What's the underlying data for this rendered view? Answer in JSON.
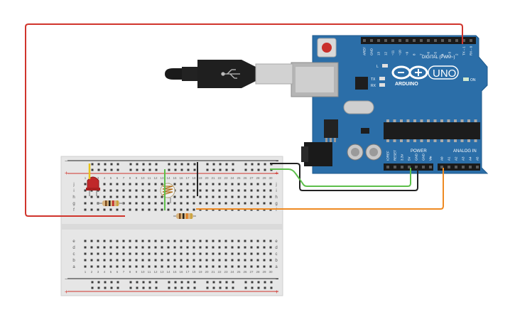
{
  "board": {
    "brand": "ARDUINO",
    "model": "UNO",
    "digital_header": "DIGITAL (PWM~)",
    "power_header": "POWER",
    "analog_header": "ANALOG IN",
    "on_label": "ON",
    "l_label": "L",
    "tx_label": "TX",
    "rx_label": "RX",
    "digital_pins": [
      "AREF",
      "GND",
      "13",
      "12",
      "~11",
      "~10",
      "~9",
      "8",
      "7",
      "~6",
      "~5",
      "4",
      "~3",
      "2",
      "TX→1",
      "RX←0"
    ],
    "power_pins": [
      "IOREF",
      "RESET",
      "3.3V",
      "5V",
      "GND",
      "GND",
      "Vin"
    ],
    "analog_pins": [
      "A0",
      "A1",
      "A2",
      "A3",
      "A4",
      "A5"
    ]
  },
  "breadboard": {
    "columns": [
      "1",
      "2",
      "3",
      "4",
      "5",
      "6",
      "7",
      "8",
      "9",
      "10",
      "11",
      "12",
      "13",
      "14",
      "15",
      "16",
      "17",
      "18",
      "19",
      "20",
      "21",
      "22",
      "23",
      "24",
      "25",
      "26",
      "27",
      "28",
      "29",
      "30"
    ],
    "rows_top": [
      "j",
      "i",
      "h",
      "g",
      "f"
    ],
    "rows_bottom": [
      "e",
      "d",
      "c",
      "b",
      "a"
    ],
    "plus": "+",
    "minus": "−"
  },
  "colors": {
    "board": "#2b6ea8",
    "wire_red": "#d0342c",
    "wire_green": "#5cbf4a",
    "wire_black": "#222222",
    "wire_orange": "#ee8a22",
    "wire_yellow": "#e8c31a",
    "led": "#c0282a",
    "breadboard": "#e6e6e6"
  }
}
